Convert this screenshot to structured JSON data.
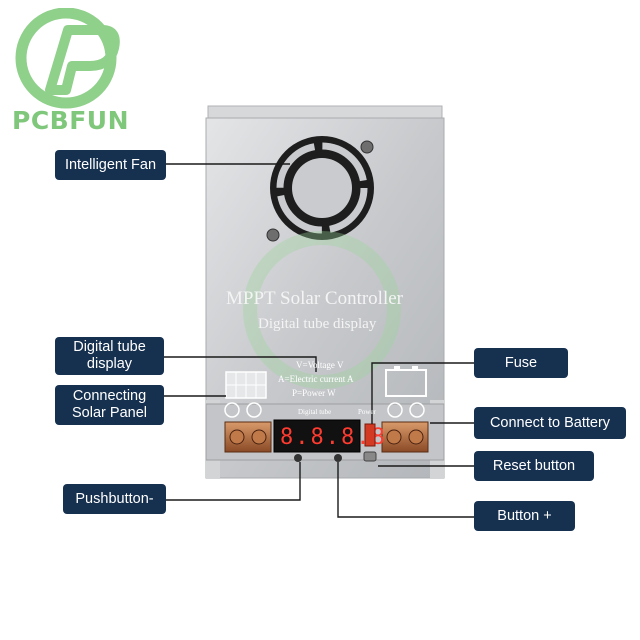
{
  "brand": {
    "name": "PCBFUN",
    "color": "#7fc77a"
  },
  "labels": {
    "intelligent_fan": "Intelligent Fan",
    "digital_tube_display": "Digital tube\ndisplay",
    "connecting_solar_panel": "Connecting\nSolar Panel",
    "pushbutton_minus": "Pushbutton-",
    "fuse": "Fuse",
    "connect_to_battery": "Connect to Battery",
    "reset_button": "Reset button",
    "button_plus": "Button +"
  },
  "device": {
    "title": "MPPT  Solar  Controller",
    "subtitle": "Digital tube display",
    "legend_v": "V=Voltage V",
    "legend_a": "A=Electric current A",
    "legend_p": "P=Power W",
    "small_digital_tube": "Digital tube",
    "small_power": "Power"
  },
  "colors": {
    "label_bg": "#16304f",
    "label_text": "#ffffff",
    "case": "#c9cbce"
  }
}
